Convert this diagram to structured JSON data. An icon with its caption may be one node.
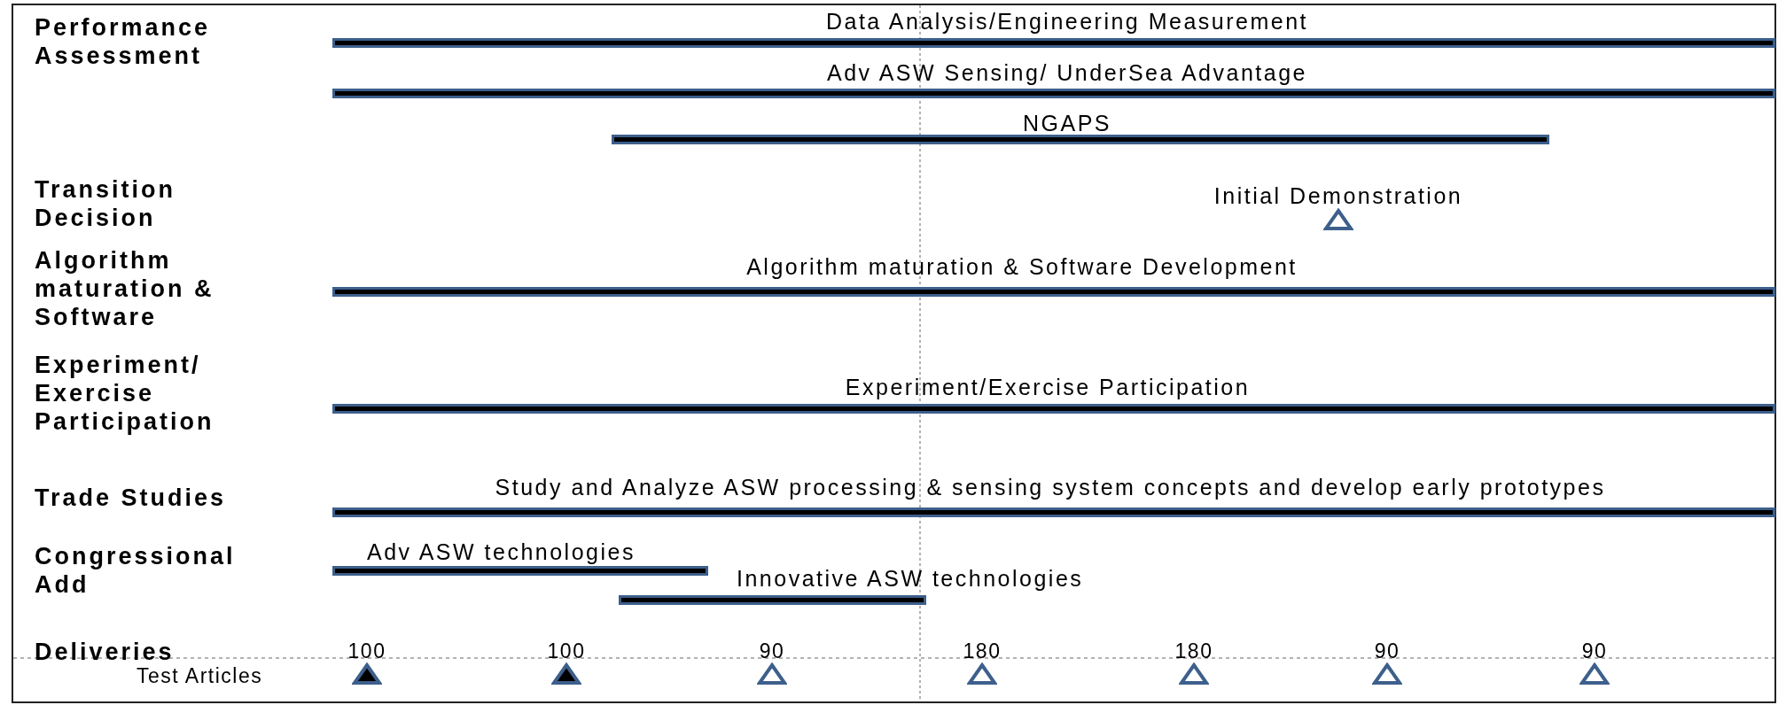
{
  "diagram": {
    "nodes": [
      {
        "text": [
          "Data Analysis/Engineering Measurement"
        ]
      },
      {
        "text": [
          "Adv ASW Sensing/ UnderSea Advantage"
        ]
      },
      {
        "text": [
          "NGAPS"
        ]
      },
      {
        "text": [],
        "shape": "triangle",
        "beside": [
          "Initial Demonstration"
        ]
      },
      {
        "text": [
          "Algorithm maturation & Software Development"
        ]
      },
      {
        "text": [
          "Experiment/Exercise Participation"
        ]
      },
      {
        "text": [
          "Study and Analyze ASW processing & sensing system concepts and develop early prototypes"
        ]
      },
      {
        "text": [
          "Adv ASW technologies"
        ]
      },
      {
        "text": [
          "Innovative ASW technologies"
        ]
      },
      {
        "text": [],
        "shape": "triangle",
        "beside": [
          "100"
        ]
      },
      {
        "text": [],
        "shape": "triangle",
        "beside": [
          "100"
        ]
      },
      {
        "text": [],
        "shape": "triangle",
        "beside": [
          "90"
        ]
      },
      {
        "text": [],
        "shape": "triangle",
        "beside": [
          "180"
        ]
      },
      {
        "text": [],
        "shape": "triangle",
        "beside": [
          "180"
        ]
      },
      {
        "text": [],
        "shape": "triangle",
        "beside": [
          "90"
        ]
      },
      {
        "text": [],
        "shape": "triangle",
        "beside": [
          "90"
        ]
      }
    ],
    "labels": [
      "Performance Assessment",
      "Transition Decision",
      "Algorithm maturation & Software",
      "Experiment/ Exercise Participation",
      "Trade Studies",
      "Congressional Add",
      "Deliveries",
      "Test Articles"
    ]
  }
}
